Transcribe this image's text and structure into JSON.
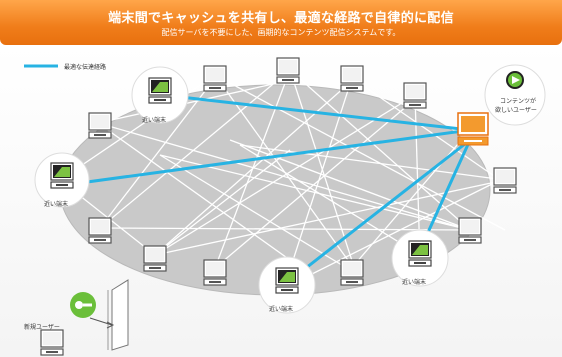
{
  "header": {
    "title": "端末間でキャッシュを共有し、最適な経路で自律的に配信",
    "subtitle": "配信サーバを不要にした、画期的なコンテンツ配信システムです。"
  },
  "legend": {
    "label": "最適な伝達経路"
  },
  "nodes": {
    "near_peer_label": "近い端末",
    "requester_label_line1": "コンテンツが",
    "requester_label_line2": "欲しいユーザー",
    "new_user_label": "新規ユーザー"
  },
  "colors": {
    "banner": "#f07d1a",
    "route": "#27b3e3",
    "mesh_bg": "#c8c8c8",
    "key_green": "#6bbf3a",
    "source_orange": "#f39a2e"
  }
}
